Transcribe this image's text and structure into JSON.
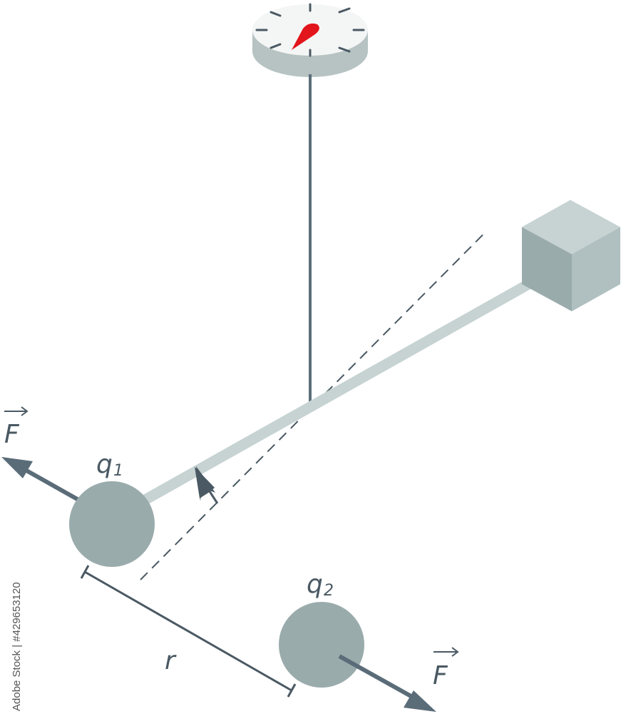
{
  "labels": {
    "force": "F",
    "q": "q",
    "charge1_sub": "1",
    "charge2_sub": "2",
    "distance": "r",
    "stock_id": "Adobe Stock | #429653120"
  },
  "colors": {
    "body": "#9aabac",
    "body_dark": "#7f9394",
    "rod": "#c7d3d3",
    "wire": "#5c6e7a",
    "arrow": "#5a6c78",
    "text": "#4a5963",
    "needle": "#e2141c",
    "dial_face": "#f4f5f5",
    "dial_side": "#b6c3c2"
  },
  "icons": {
    "dial": "torsion-dial-icon",
    "weight": "counterweight-cube-icon"
  }
}
